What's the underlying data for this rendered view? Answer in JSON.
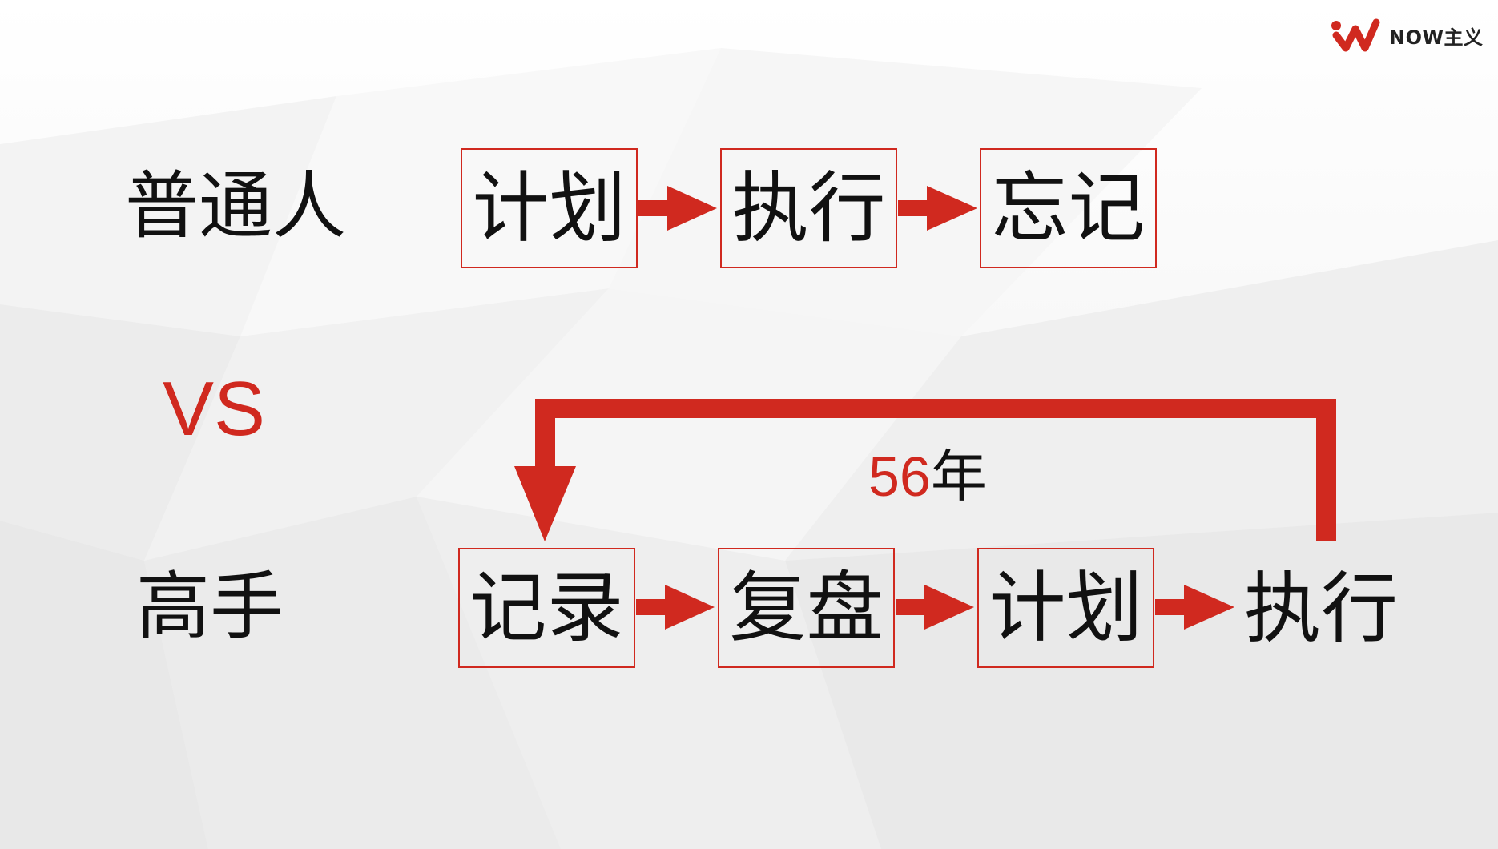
{
  "logo": {
    "text": "NOW主义"
  },
  "rows": {
    "ordinary": {
      "label": "普通人",
      "steps": [
        "计划",
        "执行",
        "忘记"
      ]
    },
    "versus": "VS",
    "expert": {
      "label": "高手",
      "steps": [
        "记录",
        "复盘",
        "计划"
      ],
      "final_step": "执行"
    }
  },
  "loop": {
    "number": "56",
    "unit": "年"
  },
  "colors": {
    "accent": "#d0291f",
    "text": "#111111"
  }
}
